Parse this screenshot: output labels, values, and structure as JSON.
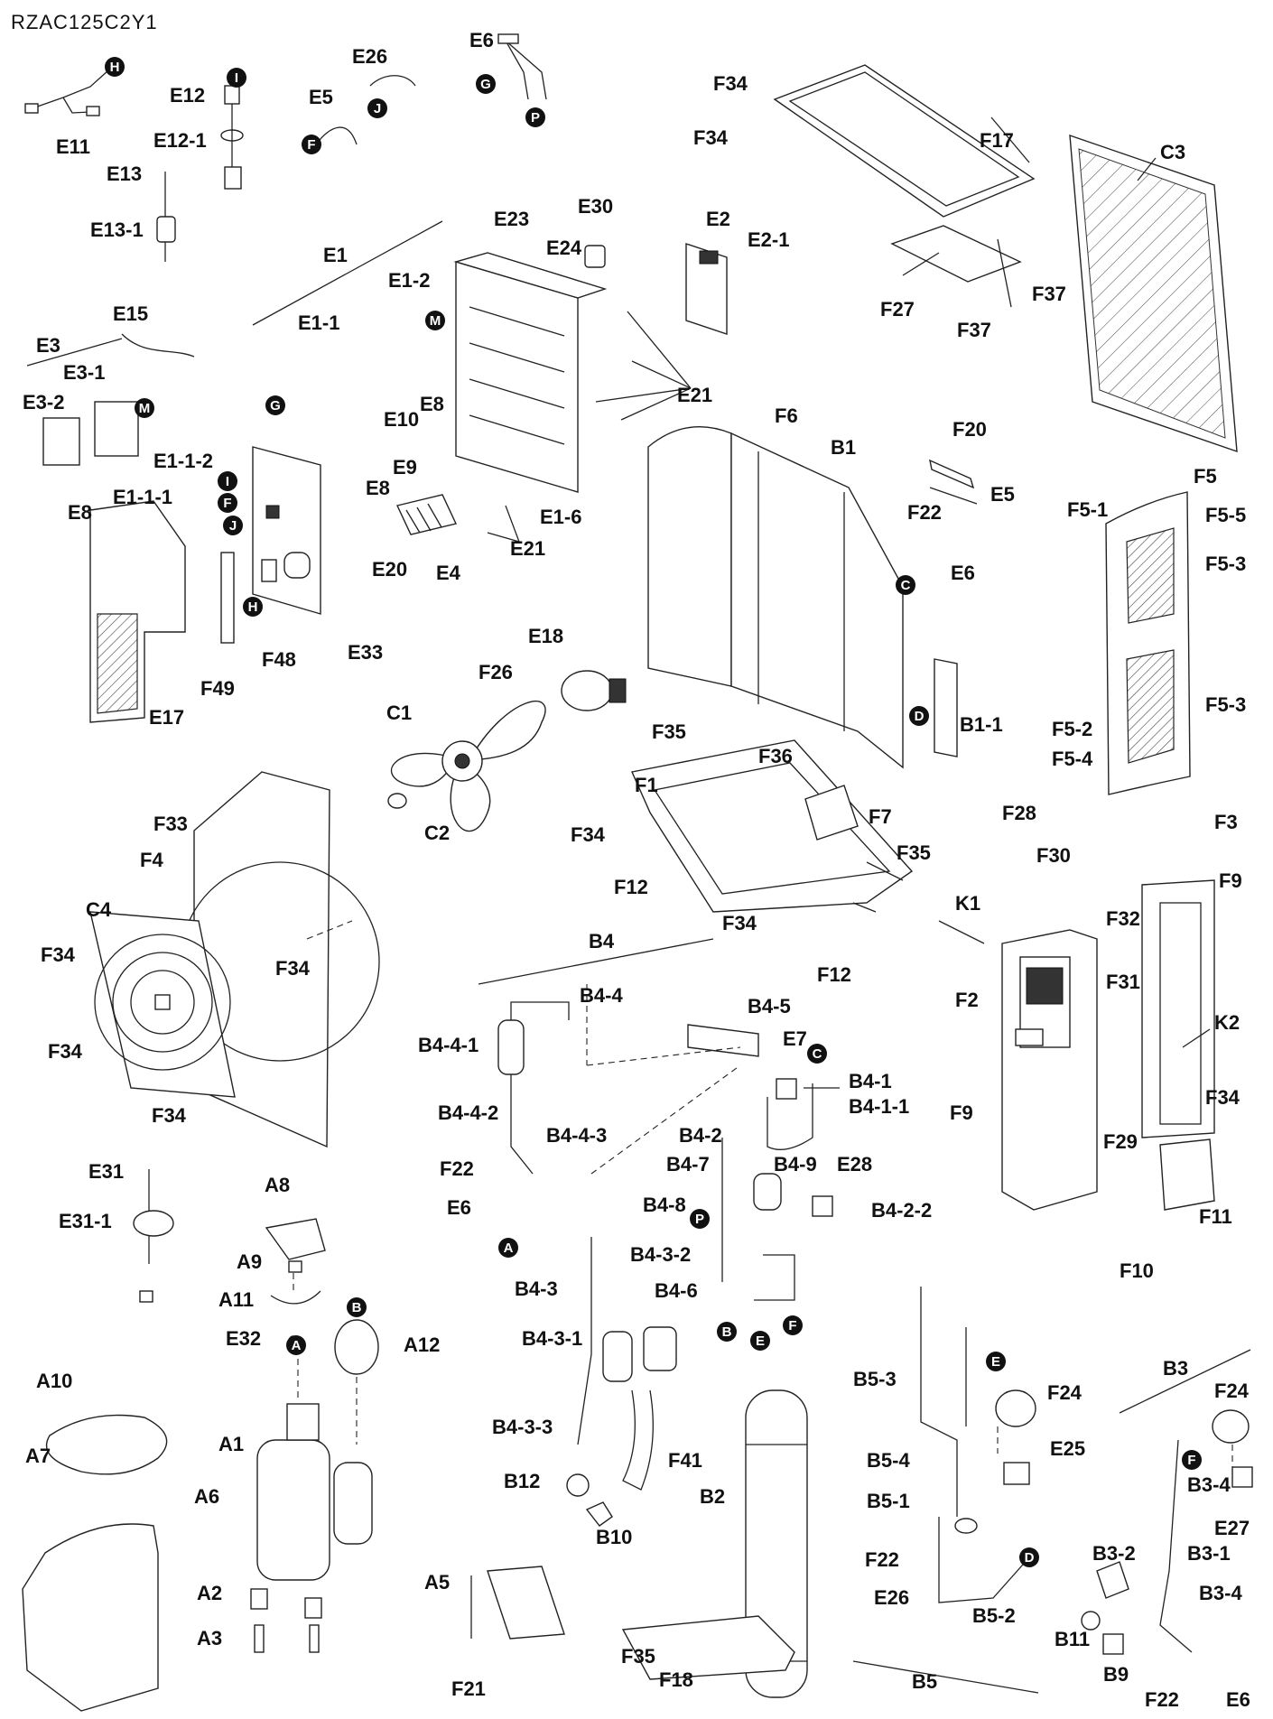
{
  "model": "RZAC125C2Y1",
  "labels": {
    "E11": "E11",
    "H1": "H",
    "E12": "E12",
    "I1": "I",
    "E12_1": "E12-1",
    "E13": "E13",
    "E13_1": "E13-1",
    "E5a": "E5",
    "F1m": "F",
    "E26a": "E26",
    "J1": "J",
    "E6a": "E6",
    "G1": "G",
    "P1": "P",
    "F34a": "F34",
    "F34b": "F34",
    "F17": "F17",
    "C3": "C3",
    "F27": "F27",
    "F37a": "F37",
    "F37b": "F37",
    "E1": "E1",
    "E1_1": "E1-1",
    "E1_2": "E1-2",
    "M1": "M",
    "E23": "E23",
    "E24": "E24",
    "E30": "E30",
    "E2": "E2",
    "E2_1": "E2-1",
    "E15": "E15",
    "E3": "E3",
    "E3_1": "E3-1",
    "E3_2": "E3-2",
    "M2": "M",
    "E8a": "E8",
    "E21a": "E21",
    "G2": "G",
    "I2": "I",
    "F2m": "F",
    "J2": "J",
    "H2": "H",
    "E1_1_2": "E1-1-2",
    "E1_1_1": "E1-1-1",
    "E10": "E10",
    "E8b": "E8",
    "E9": "E9",
    "E8c": "E8",
    "E20": "E20",
    "E4": "E4",
    "E21b": "E21",
    "E1_6": "E1-6",
    "F6": "F6",
    "B1": "B1",
    "F20": "F20",
    "E5b": "E5",
    "F22a": "F22",
    "E6b": "E6",
    "C1m": "C",
    "F5": "F5",
    "F5_1": "F5-1",
    "F5_5": "F5-5",
    "F5_3a": "F5-3",
    "F5_3b": "F5-3",
    "F5_2": "F5-2",
    "F5_4": "F5-4",
    "E17": "E17",
    "F48": "F48",
    "F49": "F49",
    "E33": "E33",
    "E18": "E18",
    "F26": "F26",
    "C1": "C1",
    "C2": "C2",
    "B1_1": "B1-1",
    "D1": "D",
    "F35a": "F35",
    "F1": "F1",
    "F36": "F36",
    "F7": "F7",
    "F35b": "F35",
    "F34c": "F34",
    "F12a": "F12",
    "F34d": "F34",
    "F12b": "F12",
    "F28": "F28",
    "F30": "F30",
    "K1": "K1",
    "F32": "F32",
    "F3": "F3",
    "F9a": "F9",
    "F31": "F31",
    "F2": "F2",
    "K2": "K2",
    "F9b": "F9",
    "F34e": "F34",
    "F29": "F29",
    "F11": "F11",
    "F10": "F10",
    "F33": "F33",
    "F4": "F4",
    "C4": "C4",
    "F34f": "F34",
    "F34g": "F34",
    "F34h": "F34",
    "F34i": "F34",
    "B4": "B4",
    "B4_4": "B4-4",
    "B4_4_1": "B4-4-1",
    "B4_4_2": "B4-4-2",
    "B4_4_3": "B4-4-3",
    "F22b": "F22",
    "E6c": "E6",
    "A1m": "A",
    "B4_5": "B4-5",
    "E7": "E7",
    "C2m": "C",
    "B4_1": "B4-1",
    "B4_1_1": "B4-1-1",
    "B4_2": "B4-2",
    "B4_7": "B4-7",
    "B4_9": "B4-9",
    "E28": "E28",
    "B4_8": "B4-8",
    "P2": "P",
    "B4_2_2": "B4-2-2",
    "B4_3_2": "B4-3-2",
    "B4_3": "B4-3",
    "B4_6": "B4-6",
    "B2m": "B",
    "E1m": "E",
    "F3m": "F",
    "B4_3_1": "B4-3-1",
    "B4_3_3": "B4-3-3",
    "F41": "F41",
    "B12": "B12",
    "B10": "B10",
    "B2": "B2",
    "E31": "E31",
    "E31_1": "E31-1",
    "A8": "A8",
    "A9": "A9",
    "A11": "A11",
    "E32": "E32",
    "A2m": "A",
    "B1m": "B",
    "A12": "A12",
    "A10": "A10",
    "A7": "A7",
    "A1": "A1",
    "A6": "A6",
    "A2": "A2",
    "A3": "A3",
    "A5": "A5",
    "F21": "F21",
    "F35c": "F35",
    "F18": "F18",
    "B5_3": "B5-3",
    "E2m": "E",
    "F24a": "F24",
    "E25": "E25",
    "B5_4": "B5-4",
    "B5_1": "B5-1",
    "F22c": "F22",
    "E26b": "E26",
    "B5_2": "B5-2",
    "D2": "D",
    "B5": "B5",
    "B3": "B3",
    "F24b": "F24",
    "F4m": "F",
    "B3_4a": "B3-4",
    "E27": "E27",
    "B3_2": "B3-2",
    "B3_1": "B3-1",
    "B3_4b": "B3-4",
    "B11": "B11",
    "B9": "B9",
    "F22d": "F22",
    "E6d": "E6"
  }
}
